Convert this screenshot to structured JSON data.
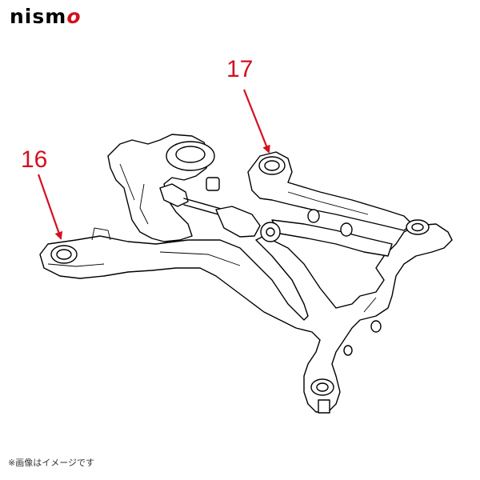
{
  "brand": {
    "name_prefix": "nism",
    "name_suffix": "o",
    "accent_color": "#d4101f"
  },
  "callouts": [
    {
      "label": "16",
      "color": "#d4101f"
    },
    {
      "label": "17",
      "color": "#d4101f"
    }
  ],
  "footnote": "※画像はイメージです"
}
